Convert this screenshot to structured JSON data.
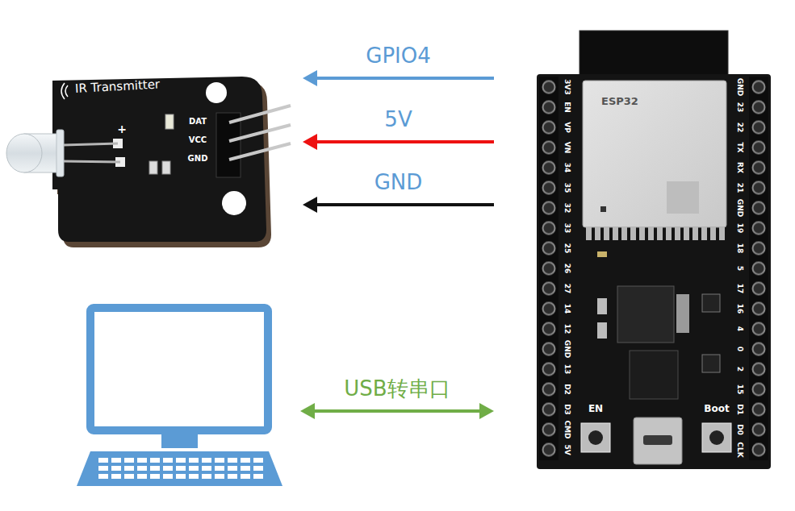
{
  "diagram": {
    "nodes": [
      {
        "text": [
          "IR Transmitter"
        ]
      },
      {
        "text": [
          "ESP32"
        ]
      },
      {
        "text": []
      }
    ],
    "edges": [
      {
        "from": 1,
        "to": 0,
        "arrow": "to",
        "label": "GPIO4"
      },
      {
        "from": 1,
        "to": 0,
        "arrow": "to",
        "label": "5V"
      },
      {
        "from": 1,
        "to": 0,
        "arrow": "to",
        "label": "GND"
      },
      {
        "from": 2,
        "to": 1,
        "arrow": "both",
        "label": "USB转串口"
      }
    ],
    "labels": [
      "+",
      "DAT",
      "VCC",
      "GND",
      "EN",
      "Boot",
      "3V3",
      "EN",
      "VP",
      "VN",
      "34",
      "35",
      "32",
      "33",
      "25",
      "26",
      "27",
      "14",
      "12",
      "GND",
      "13",
      "D2",
      "D3",
      "CMD",
      "5V",
      "GND",
      "23",
      "22",
      "TX",
      "RX",
      "21",
      "GND",
      "19",
      "18",
      "5",
      "17",
      "16",
      "4",
      "0",
      "2",
      "15",
      "D1",
      "D0",
      "CLK"
    ]
  }
}
